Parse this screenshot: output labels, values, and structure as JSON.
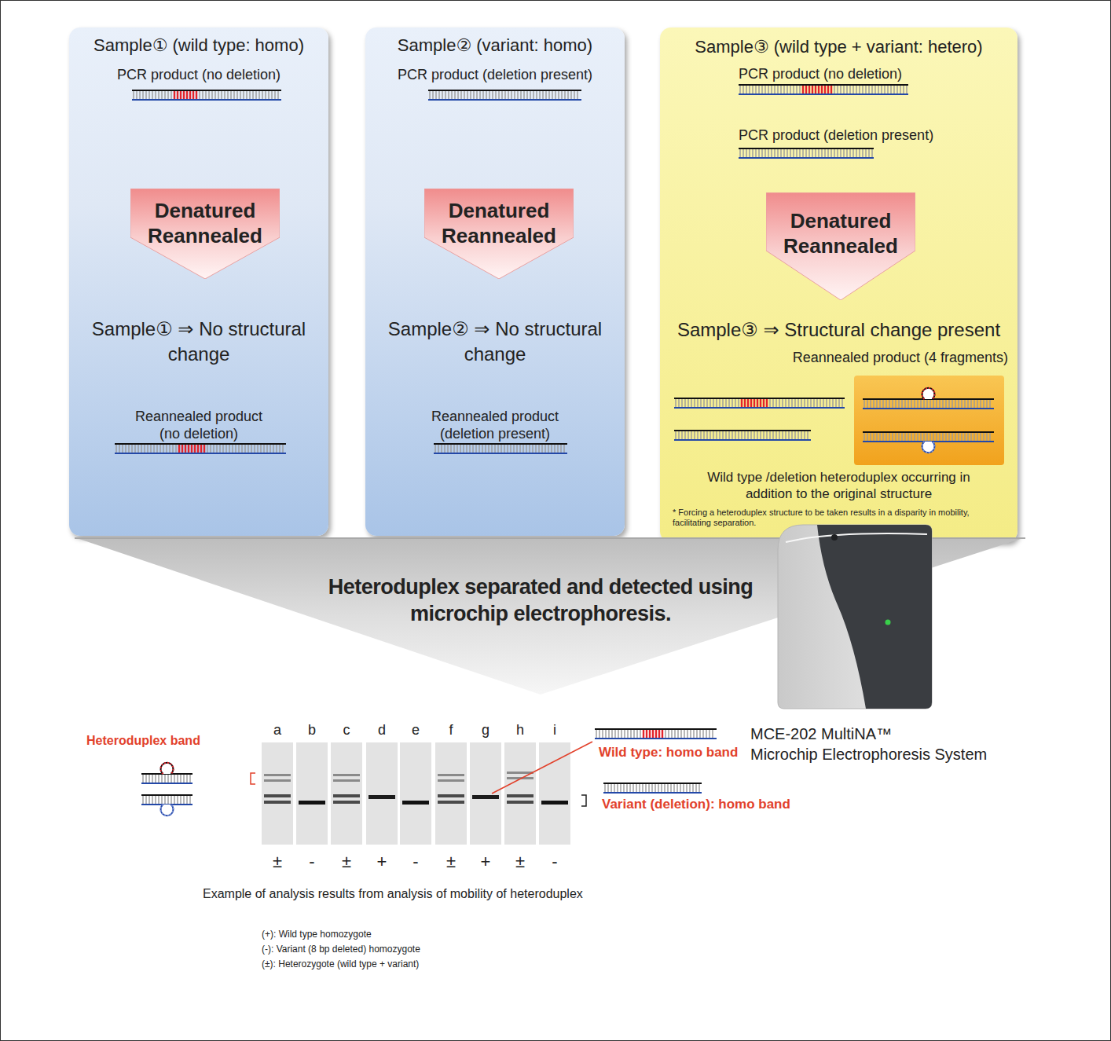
{
  "diagram": {
    "caption": "Example of analysis results from analysis of mobility of heteroduplex",
    "nodes": [
      {
        "text": [
          "Sample① (wild type: homo)",
          "PCR product (no deletion)",
          "Sample① ⇒ No structural change",
          "Reannealed product (no deletion)"
        ]
      },
      {
        "text": [
          "Denatured Reannealed"
        ],
        "in": 0
      },
      {
        "text": [
          "Sample② (variant: homo)",
          "PCR product (deletion present)",
          "Sample② ⇒ No structural change",
          "Reannealed product (deletion present)"
        ]
      },
      {
        "text": [
          "Denatured Reannealed"
        ],
        "in": 2
      },
      {
        "text": [
          "Sample③ (wild type + variant: hetero)",
          "PCR product (no deletion)",
          "PCR product (deletion present)",
          "Sample③ ⇒ Structural change present",
          "Reannealed product (4 fragments)",
          "Wild type /deletion heteroduplex occurring in addition to the original structure",
          "* Forcing a heteroduplex structure to be taken results in a disparity in mobility, facilitating separation."
        ]
      },
      {
        "text": [
          "Denatured Reannealed"
        ],
        "in": 4
      },
      {
        "text": [
          "Heteroduplex separated and detected using microchip electrophoresis."
        ]
      }
    ],
    "labels": [
      "Heteroduplex band",
      "a",
      "b",
      "c",
      "d",
      "e",
      "f",
      "g",
      "h",
      "i",
      "Wild type: homo band",
      "Variant (deletion): homo band",
      "MCE-202 MultiNA™",
      "Microchip Electrophoresis System",
      "±",
      "-",
      "±",
      "+",
      "-",
      "±",
      "+",
      "±",
      "-",
      "(+): Wild type homozygote",
      "(-): Variant (8 bp deleted) homozygote",
      "(±): Heterozygote (wild type + variant)"
    ]
  }
}
